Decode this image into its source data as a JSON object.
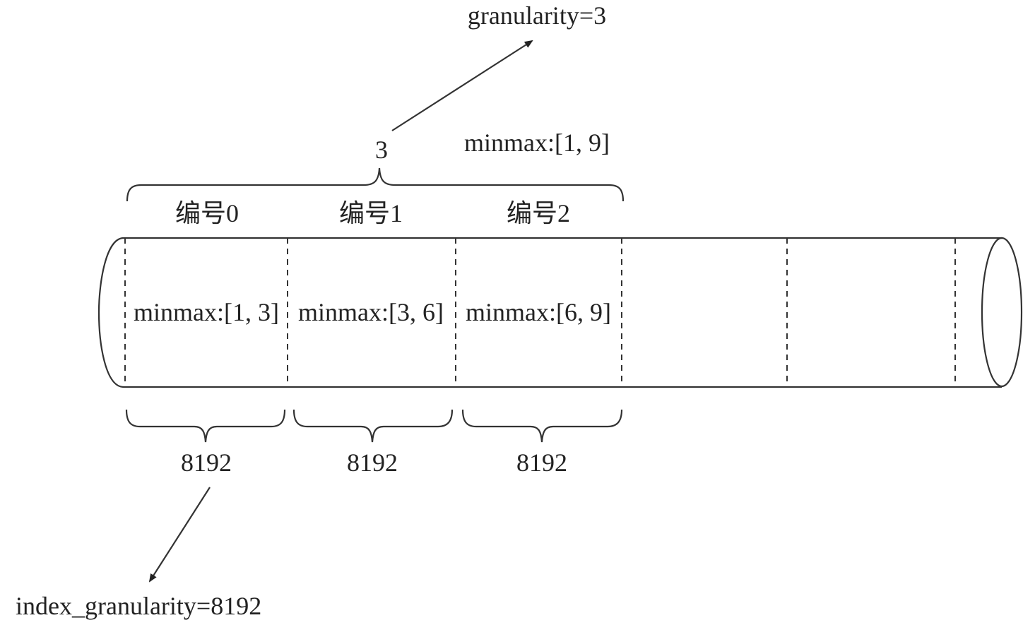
{
  "top": {
    "granularity_label": "granularity=3",
    "group_count": "3",
    "group_minmax": "minmax:[1, 9]"
  },
  "marks": [
    {
      "label": "编号0",
      "minmax": "minmax:[1, 3]",
      "rows": "8192"
    },
    {
      "label": "编号1",
      "minmax": "minmax:[3, 6]",
      "rows": "8192"
    },
    {
      "label": "编号2",
      "minmax": "minmax:[6, 9]",
      "rows": "8192"
    }
  ],
  "bottom": {
    "index_granularity_label": "index_granularity=8192"
  }
}
